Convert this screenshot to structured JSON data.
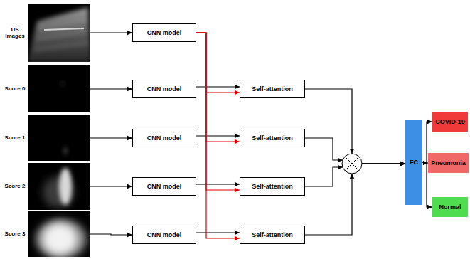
{
  "diagram": {
    "nodes": [
      {
        "text": [
          "US images"
        ]
      },
      {
        "text": [
          "Score 0"
        ]
      },
      {
        "text": [
          "Score 1"
        ]
      },
      {
        "text": [
          "Score 2"
        ]
      },
      {
        "text": [
          "Score 3"
        ]
      },
      {
        "text": [
          "CNN model"
        ]
      },
      {
        "text": [
          "CNN model"
        ]
      },
      {
        "text": [
          "CNN model"
        ]
      },
      {
        "text": [
          "CNN model"
        ]
      },
      {
        "text": [
          "CNN model"
        ]
      },
      {
        "text": [
          "Self-attention"
        ]
      },
      {
        "text": [
          "Self-attention"
        ]
      },
      {
        "text": [
          "Self-attention"
        ]
      },
      {
        "text": [
          "Self-attention"
        ]
      },
      {
        "text": [
          "FC"
        ]
      },
      {
        "text": [
          "COVID-19"
        ]
      },
      {
        "text": [
          "Pneumonia"
        ]
      },
      {
        "text": [
          "Normal"
        ]
      }
    ],
    "edges": [
      {
        "from": 0,
        "to": 5,
        "arrow": "to"
      },
      {
        "from": 1,
        "to": 6,
        "arrow": "to"
      },
      {
        "from": 2,
        "to": 7,
        "arrow": "to"
      },
      {
        "from": 3,
        "to": 8,
        "arrow": "to"
      },
      {
        "from": 4,
        "to": 9,
        "arrow": "to"
      },
      {
        "from": 6,
        "to": 10,
        "arrow": "to"
      },
      {
        "from": 7,
        "to": 11,
        "arrow": "to"
      },
      {
        "from": 8,
        "to": 12,
        "arrow": "to"
      },
      {
        "from": 9,
        "to": 13,
        "arrow": "to"
      },
      {
        "from": 5,
        "to": 10,
        "arrow": "to"
      },
      {
        "from": 5,
        "to": 11,
        "arrow": "to"
      },
      {
        "from": 5,
        "to": 12,
        "arrow": "to"
      },
      {
        "from": 5,
        "to": 13,
        "arrow": "to"
      },
      {
        "from": 10,
        "to": 14,
        "arrow": "to"
      },
      {
        "from": 11,
        "to": 14,
        "arrow": "to"
      },
      {
        "from": 12,
        "to": 14,
        "arrow": "to"
      },
      {
        "from": 13,
        "to": 14,
        "arrow": "to"
      },
      {
        "from": 14,
        "to": 15,
        "arrow": "to"
      },
      {
        "from": 14,
        "to": 16,
        "arrow": "to"
      },
      {
        "from": 14,
        "to": 17,
        "arrow": "to"
      }
    ]
  }
}
